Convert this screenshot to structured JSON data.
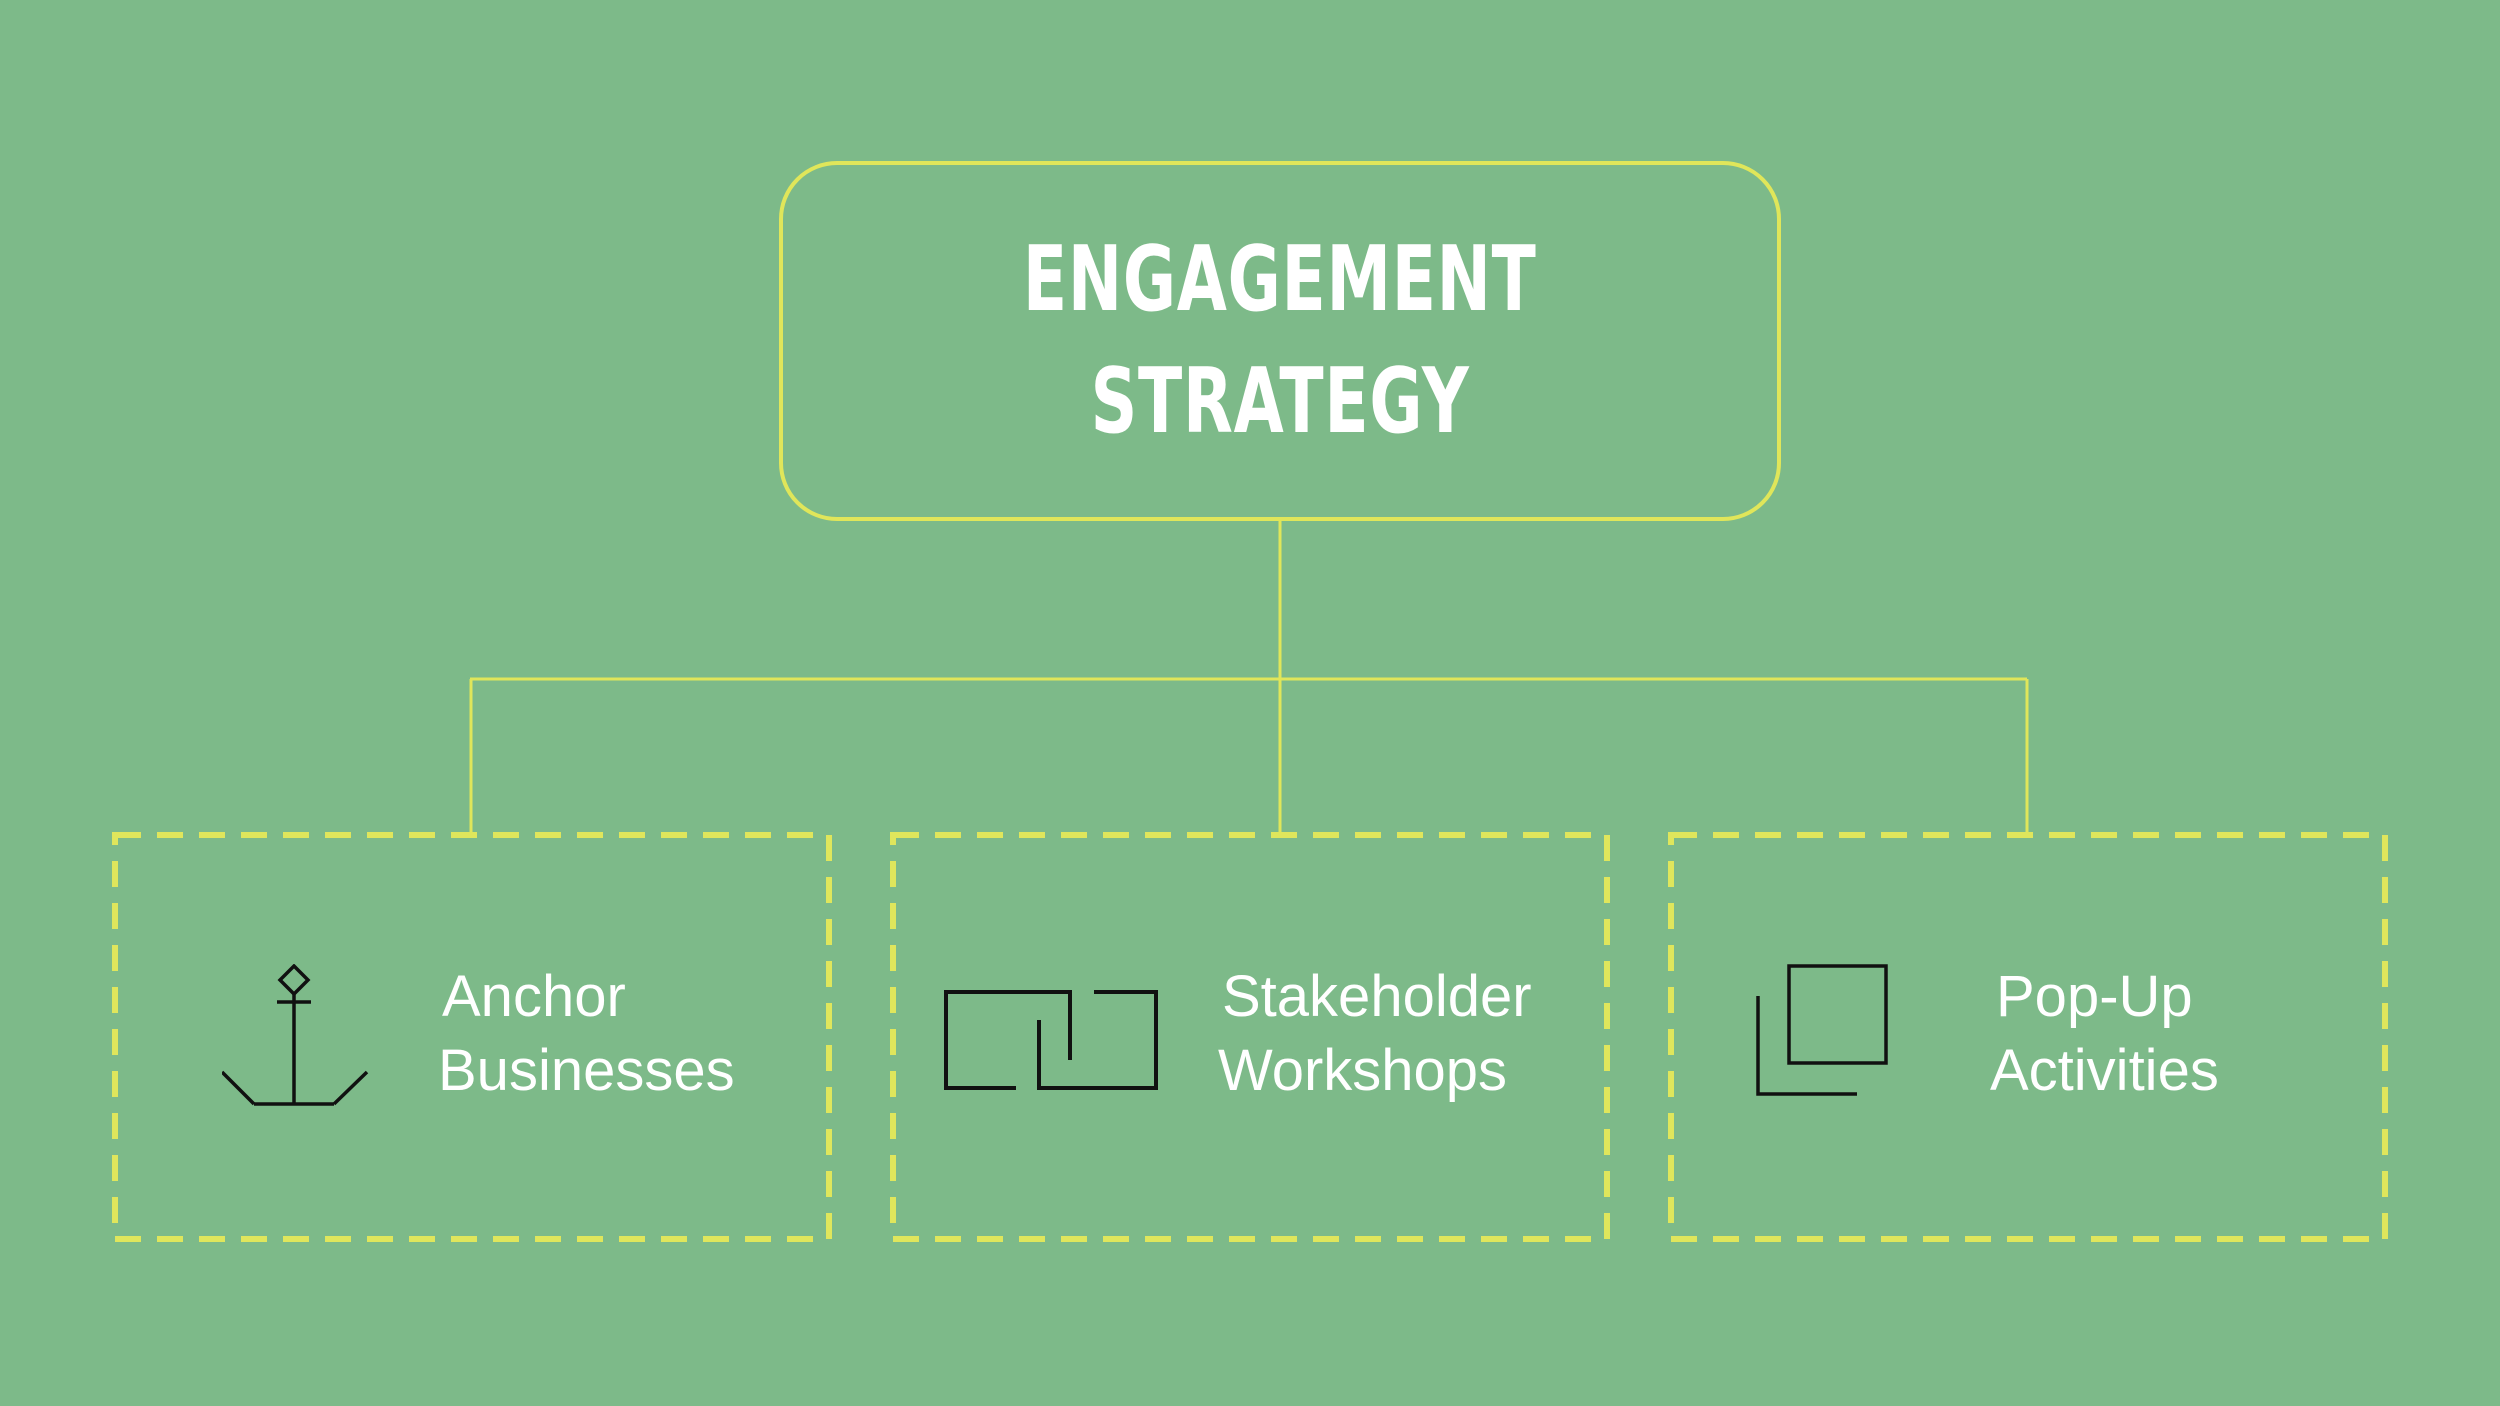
{
  "colors": {
    "background": "#7dba89",
    "outline": "#e0e65a",
    "dashed_border": "#dfe65c",
    "text": "#ffffff",
    "icon_stroke": "#111111"
  },
  "root": {
    "title_line1": "ENGAGEMENT",
    "title_line2": "STRATEGY"
  },
  "children": [
    {
      "line1": "Anchor",
      "line2": "Businesses",
      "icon": "anchor-icon"
    },
    {
      "line1": "Stakeholder",
      "line2": "Workshops",
      "icon": "interlocking-chain-icon"
    },
    {
      "line1": "Pop-Up",
      "line2": "Activities",
      "icon": "overlapping-squares-icon"
    }
  ]
}
